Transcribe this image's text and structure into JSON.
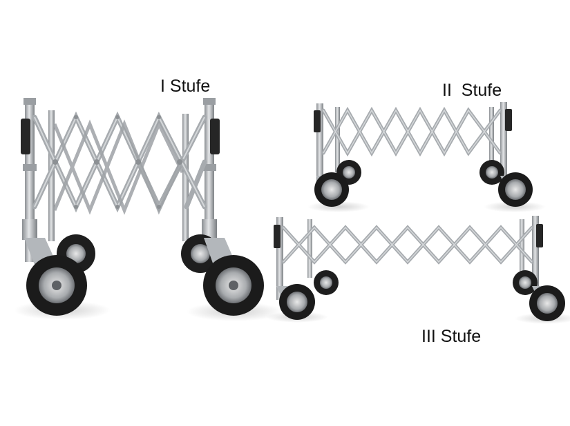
{
  "labels": {
    "stage_1": "I Stufe",
    "stage_2": "II  Stufe",
    "stage_3": "III Stufe"
  },
  "colors": {
    "metal": "#b8bcc0",
    "metal_dark": "#7d8185",
    "tire": "#1c1c1c",
    "handle": "#2a2a2a",
    "background": "#ffffff"
  }
}
